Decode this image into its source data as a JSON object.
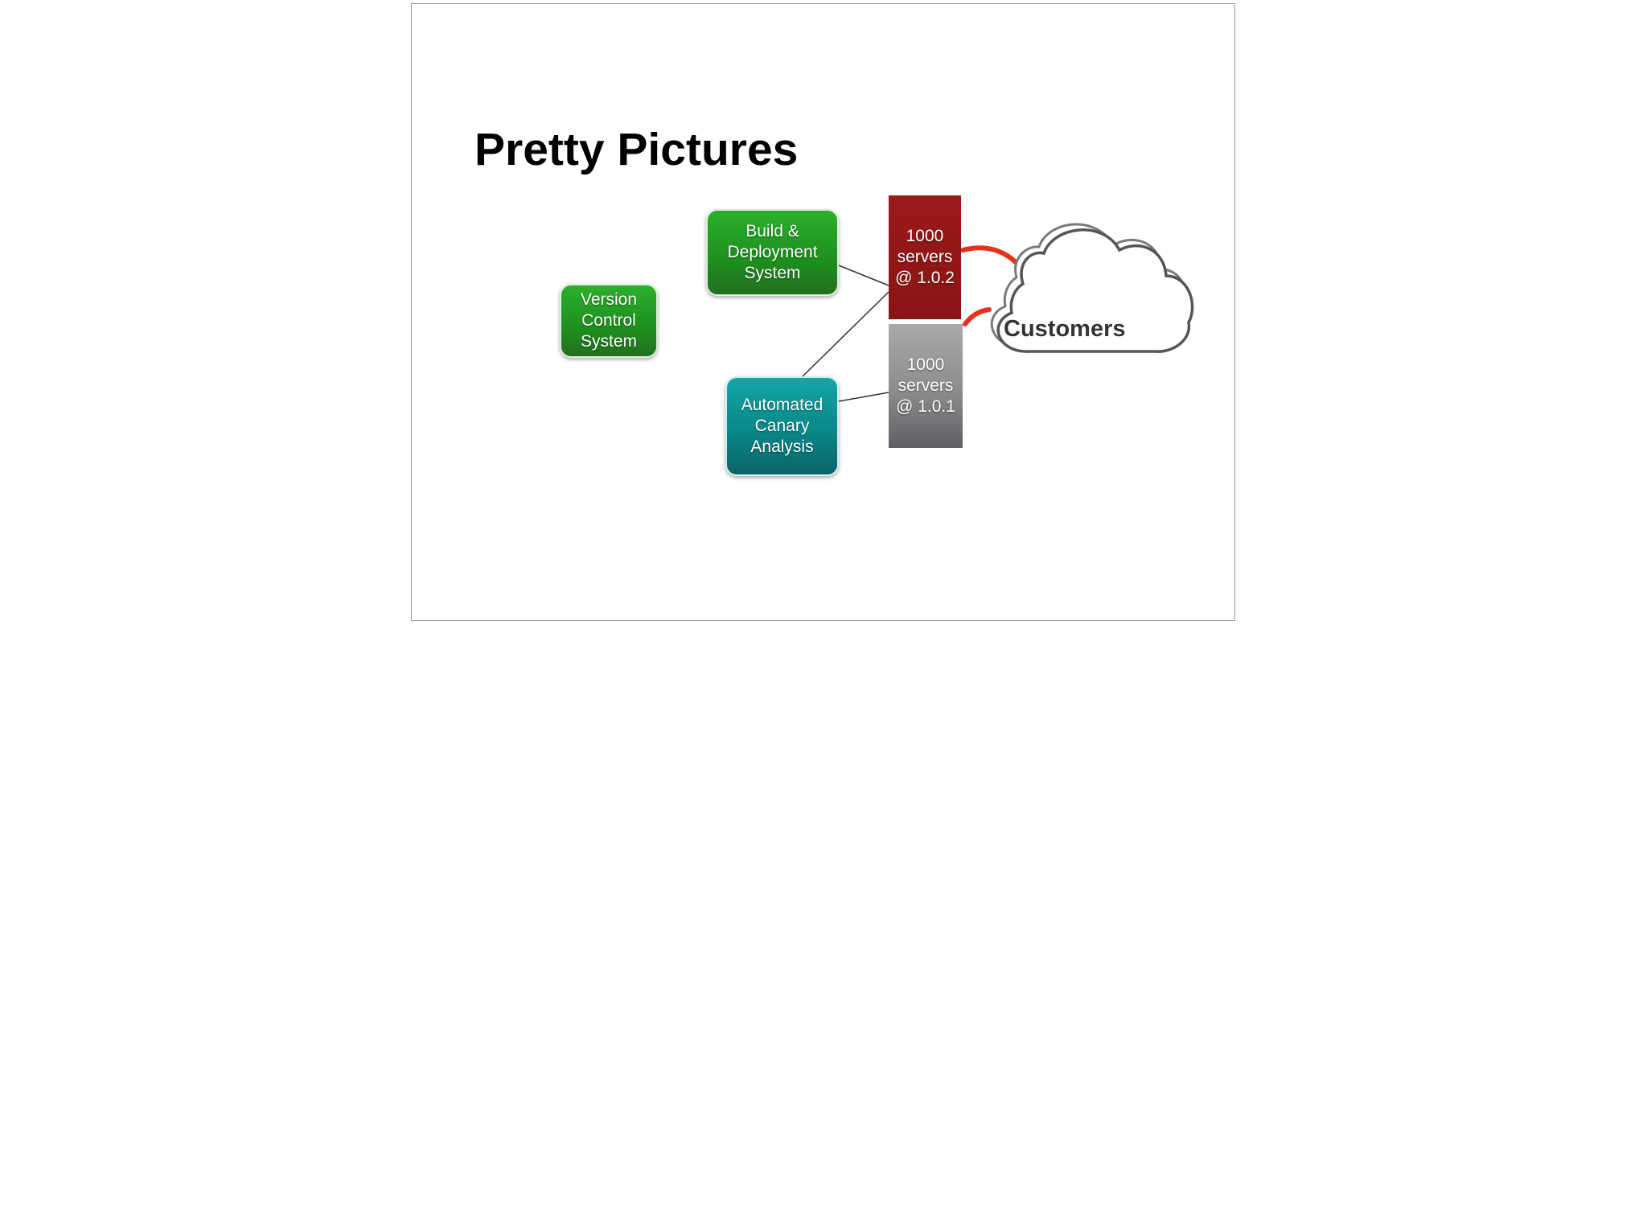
{
  "slide": {
    "title": "Pretty Pictures"
  },
  "nodes": {
    "version_control": "Version\nControl\nSystem",
    "build_deploy": "Build &\nDeployment\nSystem",
    "canary": "Automated\nCanary\nAnalysis",
    "servers_new": "1000\nservers\n@ 1.0.2",
    "servers_old": "1000\nservers\n@ 1.0.1",
    "customers": "Customers"
  },
  "colors": {
    "green": "#1e8f1e",
    "teal": "#0a8789",
    "red_server": "#8a1414",
    "gray_server": "#8c8c8c",
    "traffic_arrow": "#e8301c"
  },
  "icons": {
    "customers": "cloud-icon"
  }
}
